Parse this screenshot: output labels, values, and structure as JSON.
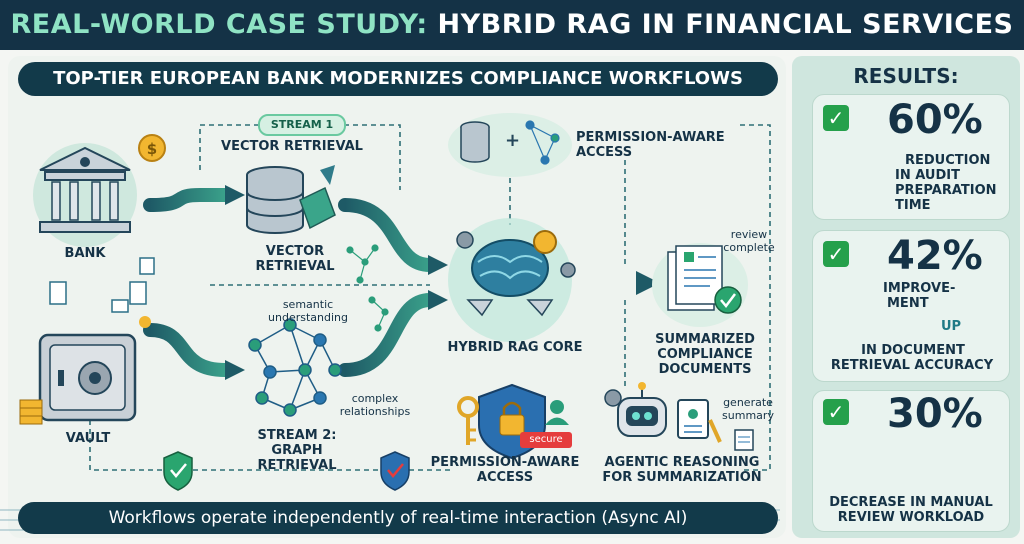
{
  "header": {
    "title_prefix": "REAL-WORLD CASE STUDY:",
    "title_main": "HYBRID RAG IN FINANCIAL SERVICES"
  },
  "subtitle": "TOP-TIER EUROPEAN BANK MODERNIZES COMPLIANCE WORKFLOWS",
  "sources": {
    "bank": "BANK",
    "vault": "VAULT"
  },
  "streams": {
    "stream1_badge": "STREAM 1",
    "stream1_title": "VECTOR RETRIEVAL",
    "stream1_label": "VECTOR RETRIEVAL",
    "semantic_note": "semantic understanding",
    "complex_note": "complex relationships",
    "stream2_title": "STREAM 2: GRAPH RETRIEVAL"
  },
  "core": {
    "label": "HYBRID RAG CORE",
    "top_access": "PERMISSION-AWARE ACCESS",
    "bottom_access": "PERMISSION-AWARE ACCESS",
    "secure_tag": "secure",
    "agentic": "AGENTIC REASONING FOR SUMMARIZATION",
    "generate_note": "generate summary",
    "review_note": "review complete",
    "summarized": "SUMMARIZED COMPLIANCE DOCUMENTS"
  },
  "results": {
    "title": "RESULTS:",
    "items": [
      {
        "value": "60%",
        "line1": "REDUCTION",
        "line2": "IN AUDIT",
        "line3": "PREPARATION",
        "line4": "TIME"
      },
      {
        "value": "42%",
        "line1": "IMPROVE-",
        "line2": "MENT",
        "up": "UP",
        "line3": "IN DOCUMENT",
        "line4": "RETRIEVAL ACCURACY"
      },
      {
        "value": "30%",
        "line1": "DECREASE IN MANUAL",
        "line2": "REVIEW WORKLOAD"
      }
    ]
  },
  "footer": "Workflows operate independently of real-time interaction (Async AI)",
  "colors": {
    "navy": "#143246",
    "mint": "#8fe3c4",
    "teal": "#1f6f7a",
    "green": "#25a04b",
    "arrow": "#1e5a66"
  }
}
